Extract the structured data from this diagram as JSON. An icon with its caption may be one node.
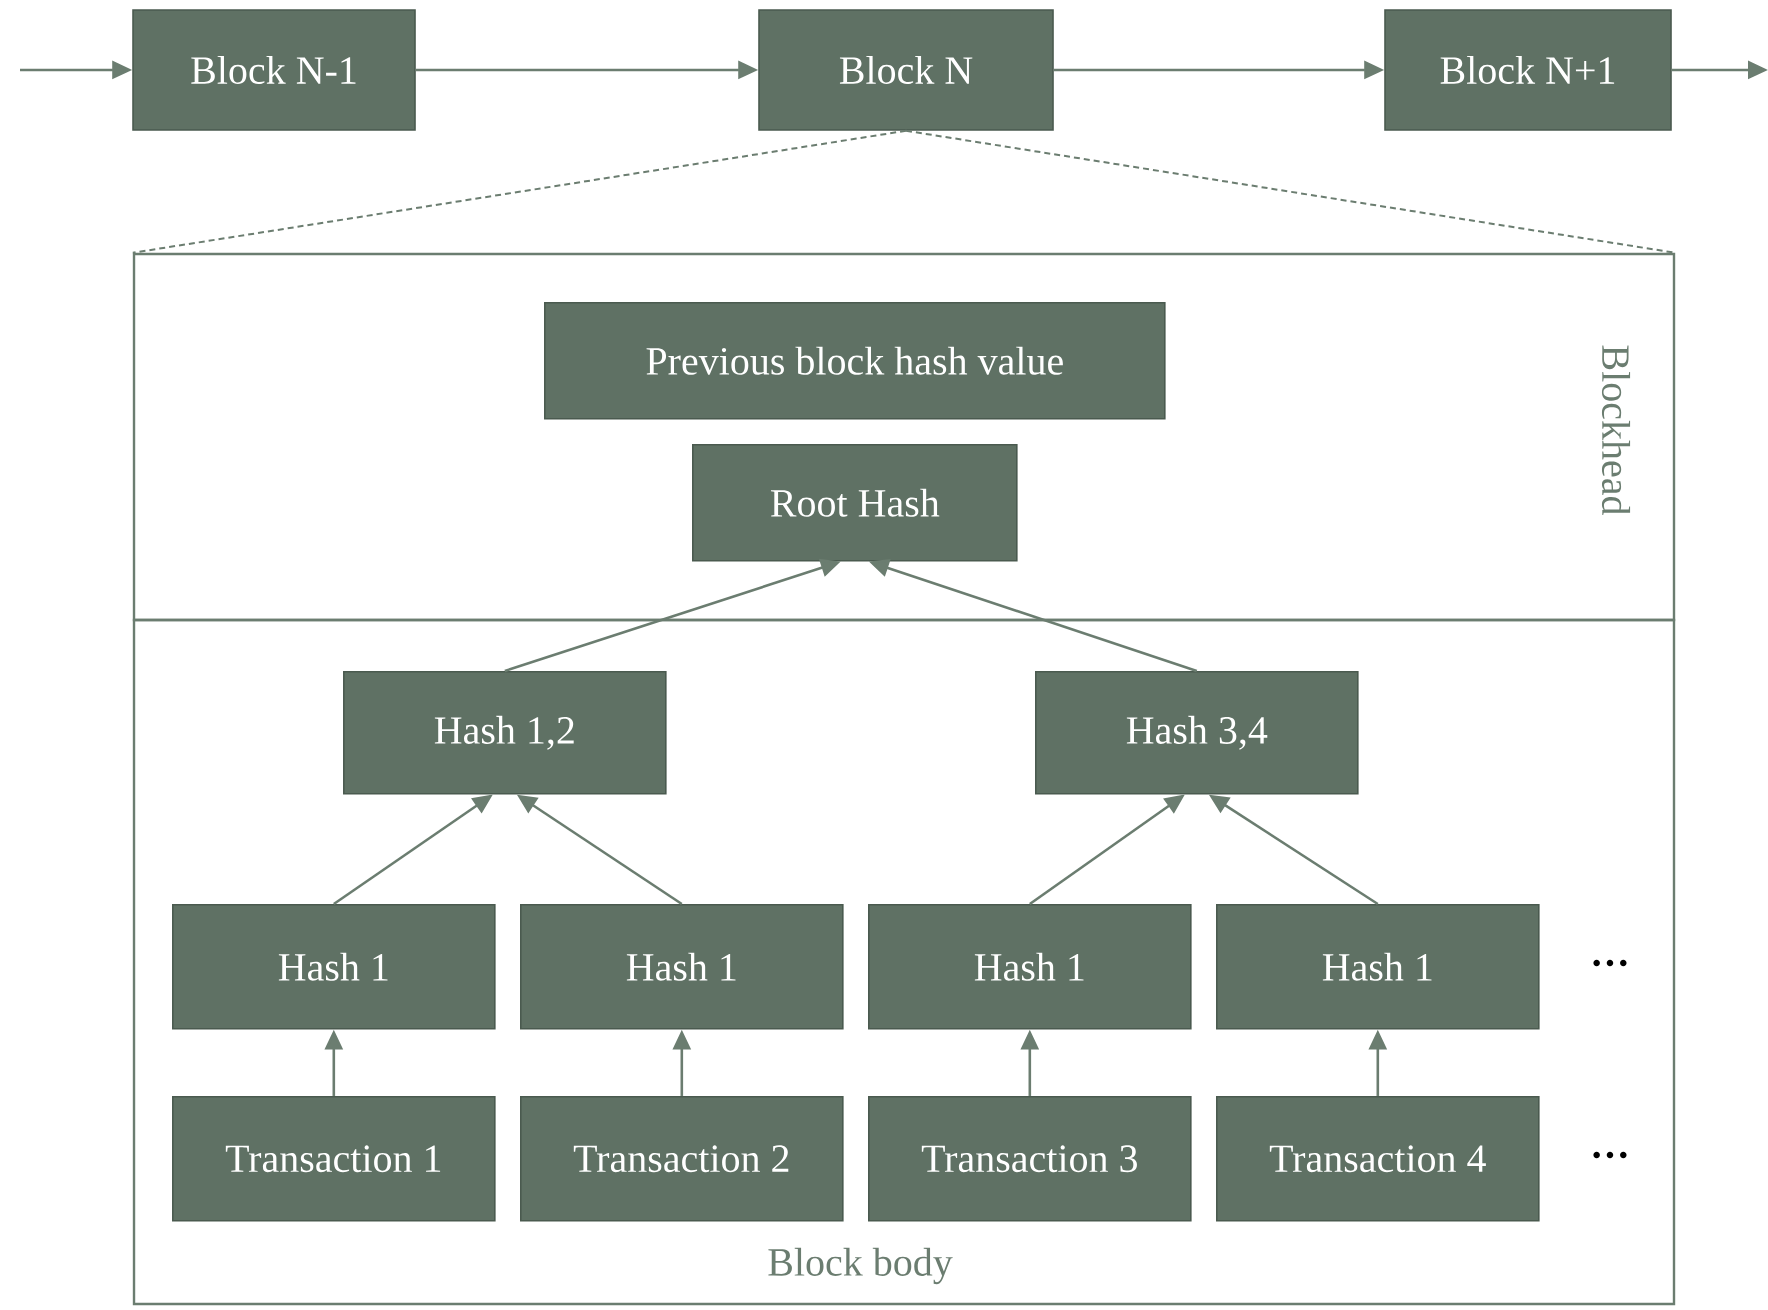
{
  "diagram": {
    "nodes": [
      {
        "text": [
          "Block N-1"
        ]
      },
      {
        "text": [
          "Block N"
        ]
      },
      {
        "text": [
          "Block N+1"
        ]
      },
      {
        "text": [
          "Blockhead"
        ]
      },
      {
        "text": [
          "Block body"
        ]
      },
      {
        "text": [
          "Previous block hash value"
        ],
        "in": 3
      },
      {
        "text": [
          "Root Hash"
        ],
        "in": 3
      },
      {
        "text": [
          "Hash 1,2"
        ],
        "in": 4
      },
      {
        "text": [
          "Hash 3,4"
        ],
        "in": 4
      },
      {
        "text": [
          "Hash 1"
        ],
        "in": 4
      },
      {
        "text": [
          "Hash 1"
        ],
        "in": 4
      },
      {
        "text": [
          "Hash 1"
        ],
        "in": 4
      },
      {
        "text": [
          "Hash 1"
        ],
        "in": 4
      },
      {
        "text": [
          "Transaction 1"
        ],
        "in": 4
      },
      {
        "text": [
          "Transaction 2"
        ],
        "in": 4
      },
      {
        "text": [
          "Transaction 3"
        ],
        "in": 4
      },
      {
        "text": [
          "Transaction 4"
        ],
        "in": 4
      }
    ],
    "edges": [
      {
        "from": null,
        "to": 0,
        "arrow": "to"
      },
      {
        "from": 0,
        "to": 1,
        "arrow": "to"
      },
      {
        "from": 1,
        "to": 2,
        "arrow": "to"
      },
      {
        "from": 2,
        "to": null,
        "arrow": "to"
      },
      {
        "from": 1,
        "to": 3,
        "arrow": "none",
        "style": "dashed"
      },
      {
        "from": 1,
        "to": 3,
        "arrow": "none",
        "style": "dashed"
      },
      {
        "from": 7,
        "to": 6,
        "arrow": "to"
      },
      {
        "from": 8,
        "to": 6,
        "arrow": "to"
      },
      {
        "from": 9,
        "to": 7,
        "arrow": "to"
      },
      {
        "from": 10,
        "to": 7,
        "arrow": "to"
      },
      {
        "from": 11,
        "to": 8,
        "arrow": "to"
      },
      {
        "from": 12,
        "to": 8,
        "arrow": "to"
      },
      {
        "from": 13,
        "to": 9,
        "arrow": "to"
      },
      {
        "from": 14,
        "to": 10,
        "arrow": "to"
      },
      {
        "from": 15,
        "to": 11,
        "arrow": "to"
      },
      {
        "from": 16,
        "to": 12,
        "arrow": "to"
      }
    ],
    "labels": [
      "···",
      "···"
    ]
  }
}
